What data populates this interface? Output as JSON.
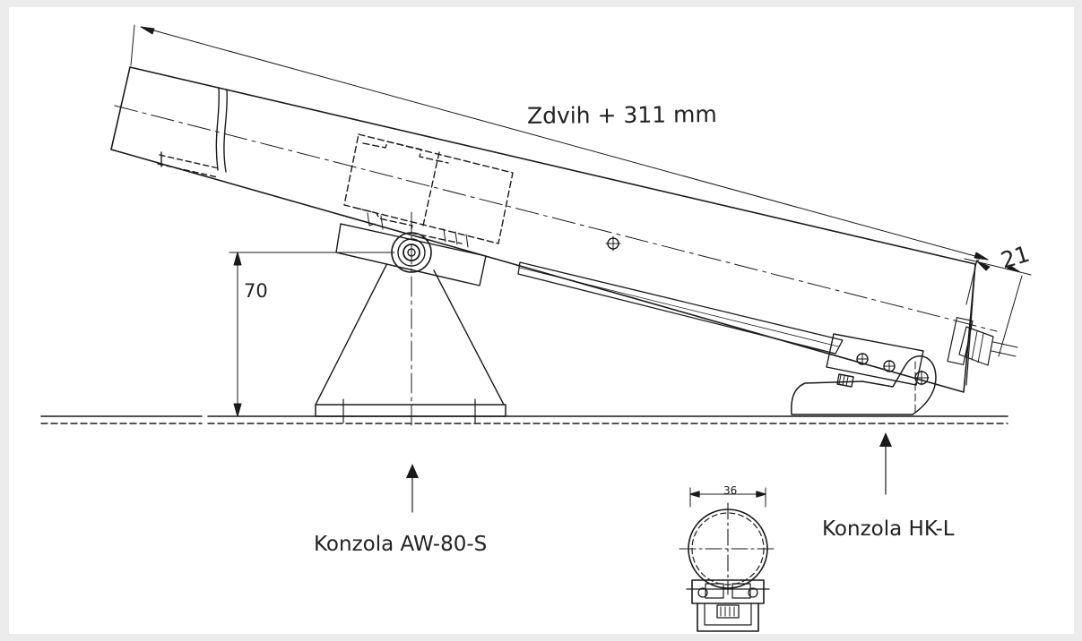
{
  "drawing": {
    "stroke_dimension": "Zdvih + 311 mm",
    "height_dimension": "70",
    "offset_dimension": "21",
    "tube_diameter": "36",
    "bracket_left_label": "Konzola AW-80-S",
    "bracket_right_label": "Konzola HK-L"
  },
  "colors": {
    "line": "#1a1a1a",
    "background": "#ffffff",
    "frame": "#ececec"
  }
}
